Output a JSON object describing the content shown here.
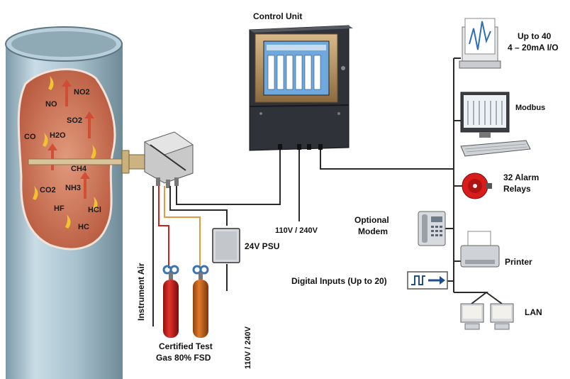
{
  "labels": {
    "control_unit": "Control Unit",
    "io_line1": "Up to 40",
    "io_line2": "4 – 20mA I/O",
    "modbus": "Modbus",
    "alarm_line1": "32 Alarm",
    "alarm_line2": "Relays",
    "modem_line1": "Optional",
    "modem_line2": "Modem",
    "printer": "Printer",
    "digital_inputs": "Digital Inputs (Up to 20)",
    "lan": "LAN",
    "psu": "24V PSU",
    "mains_h": "110V / 240V",
    "mains_v": "110V / 240V",
    "instrument_air": "Instrument Air",
    "testgas_line1": "Certified Test",
    "testgas_line2": "Gas 80% FSD"
  },
  "gases": [
    "NO",
    "NO2",
    "SO2",
    "CO",
    "H2O",
    "CH4",
    "CO2",
    "NH3",
    "HF",
    "HCl",
    "HC"
  ],
  "colors": {
    "line": "#2b2b2b",
    "duct": "#a9c4d0",
    "flame": "#c8775a",
    "cylinder_red": "#c8201c",
    "cylinder_orange": "#d2691e",
    "screen": "#6fa8dc",
    "enclosure": "#2f3238"
  },
  "icons": [
    "gas-duct",
    "analyzer-probe",
    "control-unit",
    "chart-recorder",
    "computer",
    "alarm-bell",
    "modem-phone",
    "printer",
    "digital-input",
    "lan-computers",
    "psu-box",
    "gas-cylinder"
  ]
}
